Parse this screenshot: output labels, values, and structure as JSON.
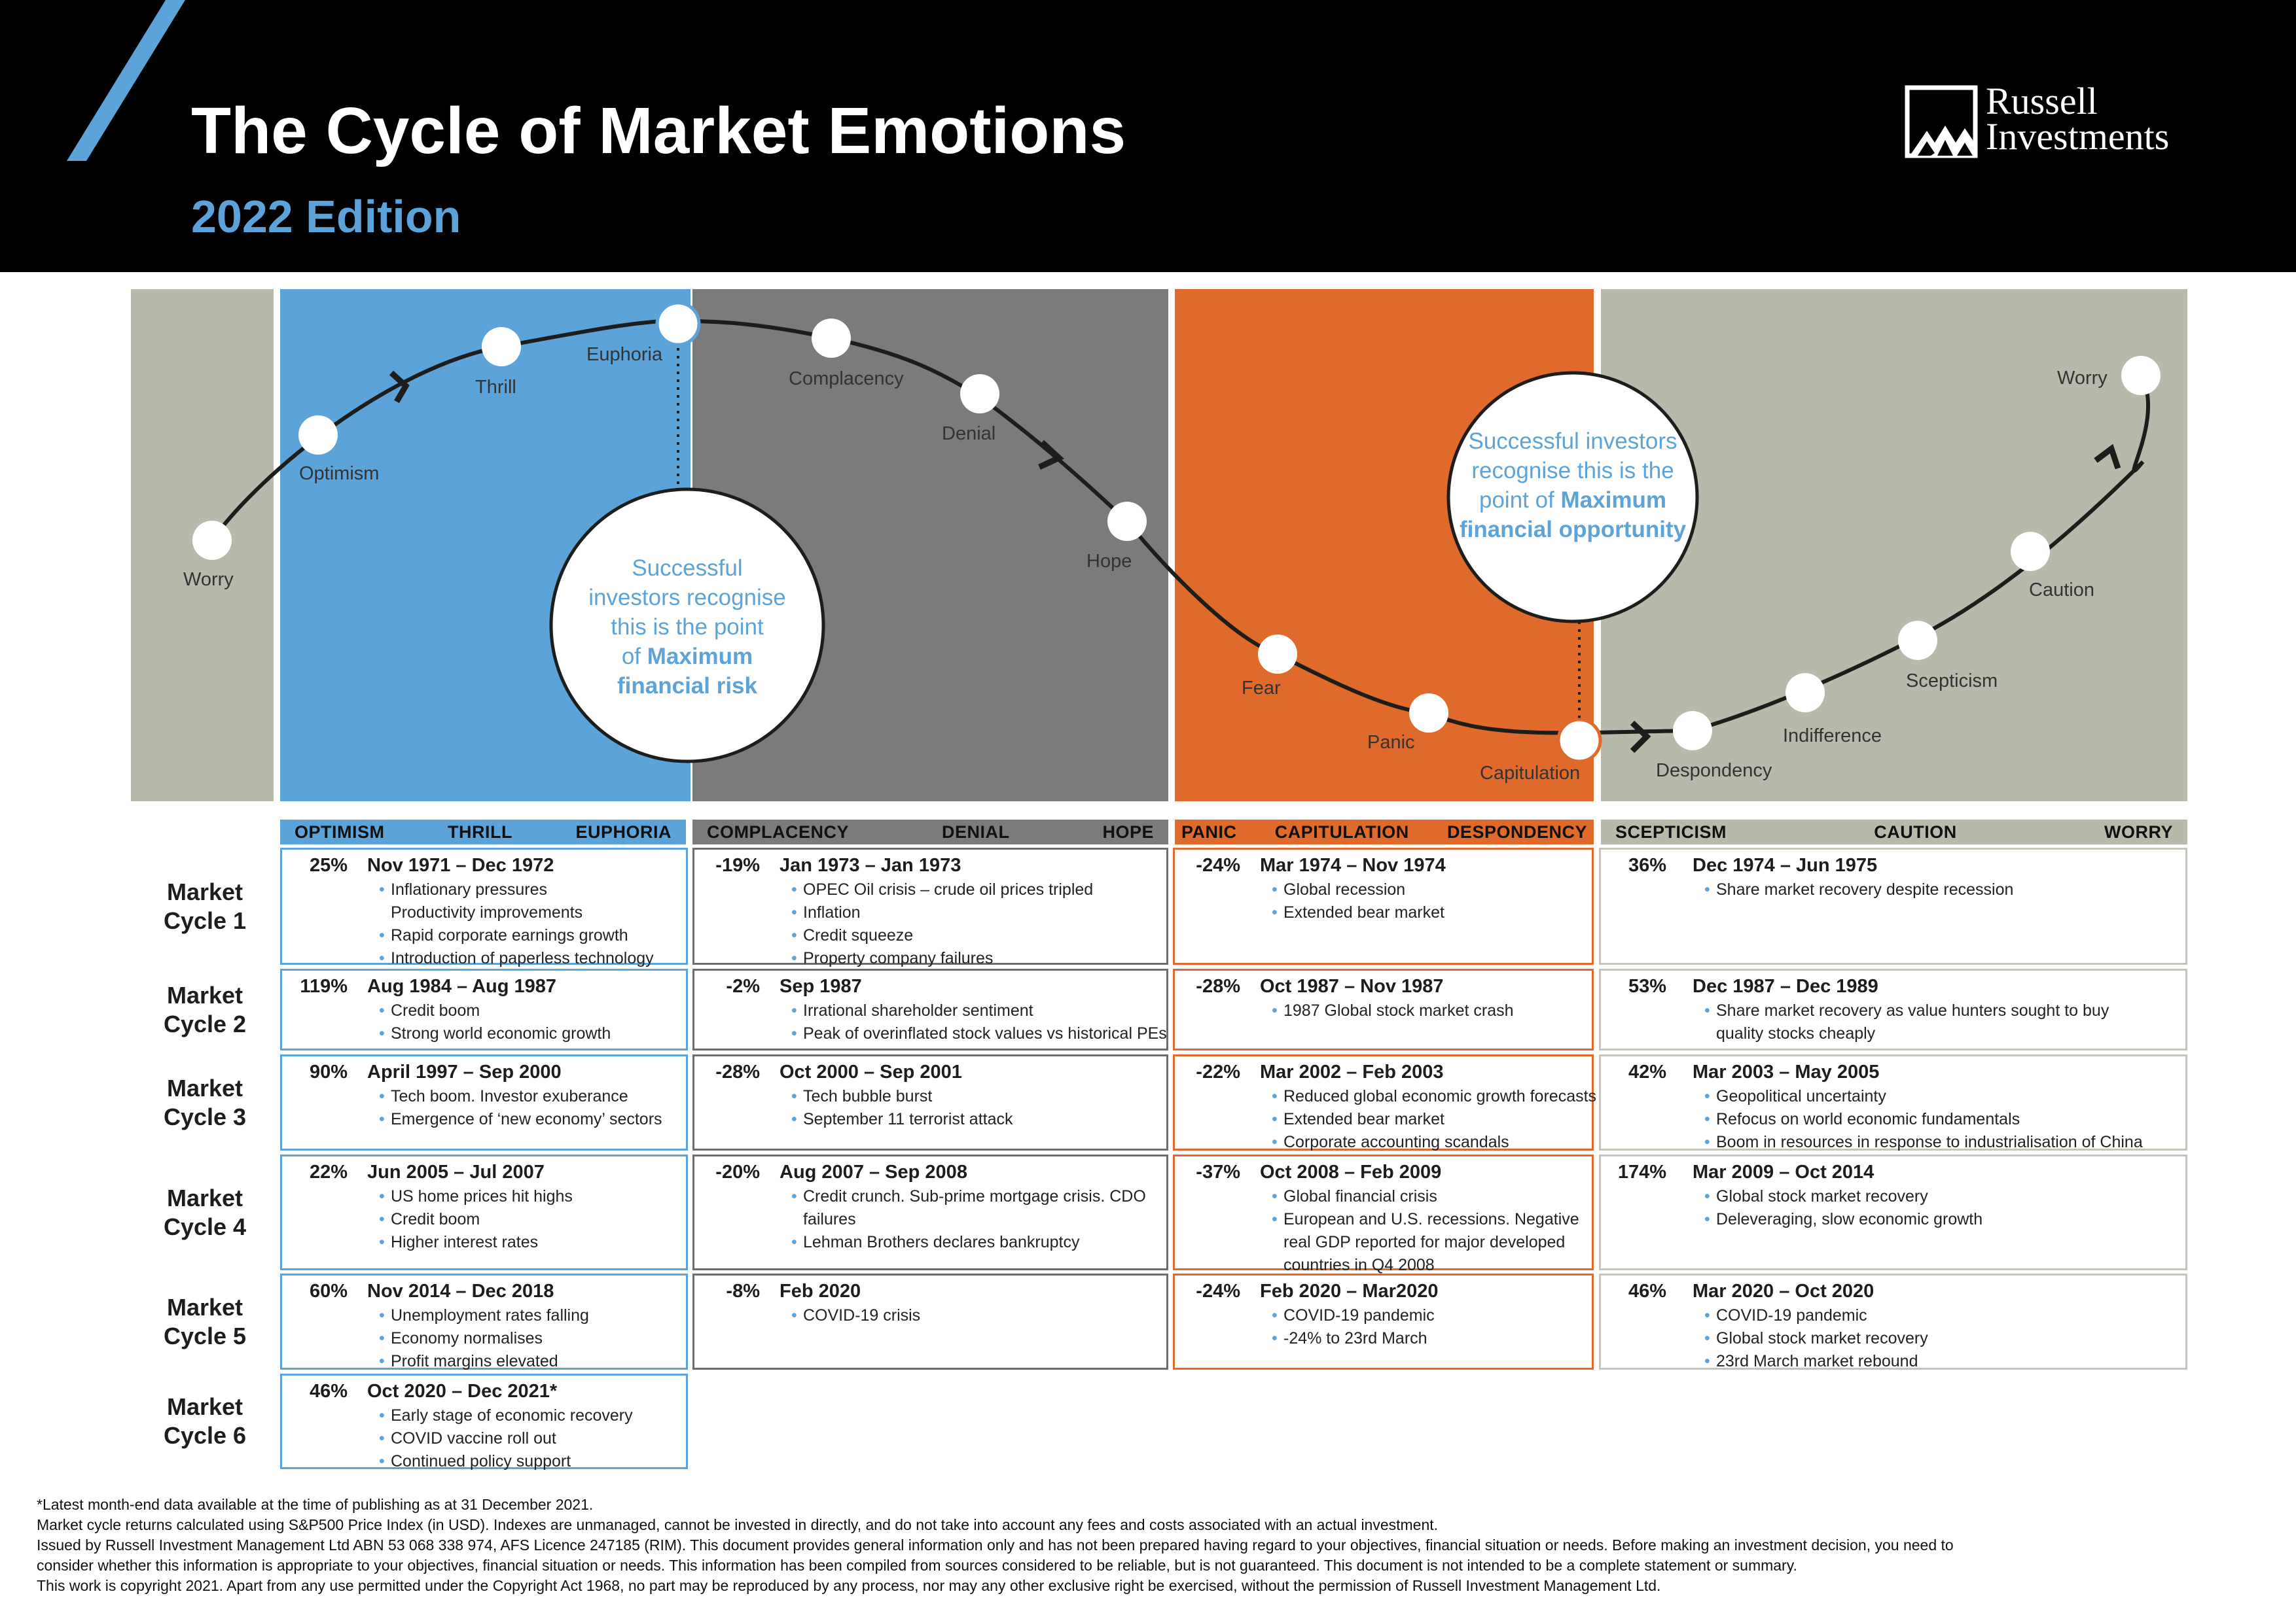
{
  "header": {
    "title": "The Cycle of Market Emotions",
    "subtitle": "2022 Edition",
    "logo_line1": "Russell",
    "logo_line2": "Investments"
  },
  "colors": {
    "blue": "#5ba3d9",
    "gray": "#7a7b7d",
    "orange": "#e06a2b",
    "tan": "#b8b9ab",
    "header_bg": "#000000"
  },
  "curve_labels": {
    "worry_left": "Worry",
    "optimism": "Optimism",
    "thrill": "Thrill",
    "euphoria": "Euphoria",
    "complacency": "Complacency",
    "denial": "Denial",
    "hope": "Hope",
    "fear": "Fear",
    "panic": "Panic",
    "capitulation": "Capitulation",
    "despondency": "Despondency",
    "indifference": "Indifference",
    "scepticism": "Scepticism",
    "caution": "Caution",
    "worry_right": "Worry"
  },
  "callouts": {
    "risk_l1": "Successful",
    "risk_l2": "investors recognise",
    "risk_l3": "this is the point",
    "risk_l4a": "of ",
    "risk_l4b": "Maximum",
    "risk_l5": "financial risk",
    "opp_l1": "Successful investors",
    "opp_l2": "recognise this is the",
    "opp_l3a": "point of ",
    "opp_l3b": "Maximum",
    "opp_l4": "financial opportunity"
  },
  "phase_headers": [
    [
      "OPTIMISM",
      "THRILL",
      "EUPHORIA"
    ],
    [
      "COMPLACENCY",
      "DENIAL",
      "HOPE"
    ],
    [
      "PANIC",
      "CAPITULATION",
      "DESPONDENCY"
    ],
    [
      "SCEPTICISM",
      "CAUTION",
      "WORRY"
    ]
  ],
  "cycles": [
    {
      "label": [
        "Market",
        "Cycle 1"
      ],
      "cells": [
        {
          "pct": "25%",
          "date": "Nov 1971 – Dec 1972",
          "items": [
            "Inflationary pressures\nProductivity improvements",
            "Rapid corporate earnings growth",
            "Introduction of paperless technology"
          ]
        },
        {
          "pct": "-19%",
          "date": "Jan 1973 – Jan 1973",
          "items": [
            "OPEC Oil crisis – crude oil prices tripled",
            "Inflation",
            "Credit squeeze",
            "Property company failures"
          ]
        },
        {
          "pct": "-24%",
          "date": "Mar 1974 – Nov 1974",
          "items": [
            "Global recession",
            "Extended bear market"
          ]
        },
        {
          "pct": "36%",
          "date": "Dec 1974 – Jun 1975",
          "items": [
            "Share market recovery despite recession"
          ]
        }
      ]
    },
    {
      "label": [
        "Market",
        "Cycle 2"
      ],
      "cells": [
        {
          "pct": "119%",
          "date": "Aug 1984 – Aug 1987",
          "items": [
            "Credit boom",
            "Strong world economic growth"
          ]
        },
        {
          "pct": "-2%",
          "date": "Sep 1987",
          "items": [
            "Irrational shareholder sentiment",
            "Peak of overinflated stock values vs historical PEs"
          ]
        },
        {
          "pct": "-28%",
          "date": "Oct 1987 – Nov 1987",
          "items": [
            "1987 Global stock market crash"
          ]
        },
        {
          "pct": "53%",
          "date": "Dec 1987 – Dec 1989",
          "items": [
            "Share market recovery as value hunters sought to buy\nquality stocks cheaply"
          ]
        }
      ]
    },
    {
      "label": [
        "Market",
        "Cycle 3"
      ],
      "cells": [
        {
          "pct": "90%",
          "date": "April 1997 – Sep 2000",
          "items": [
            "Tech boom. Investor exuberance",
            "Emergence of ‘new economy’ sectors"
          ]
        },
        {
          "pct": "-28%",
          "date": "Oct 2000 – Sep 2001",
          "items": [
            "Tech bubble burst",
            "September 11 terrorist attack"
          ]
        },
        {
          "pct": "-22%",
          "date": "Mar 2002 – Feb 2003",
          "items": [
            "Reduced global economic growth forecasts",
            "Extended bear market",
            "Corporate accounting scandals"
          ]
        },
        {
          "pct": "42%",
          "date": "Mar 2003 – May 2005",
          "items": [
            "Geopolitical uncertainty",
            "Refocus on world economic fundamentals",
            "Boom in resources in response to industrialisation of China"
          ]
        }
      ]
    },
    {
      "label": [
        "Market",
        "Cycle 4"
      ],
      "cells": [
        {
          "pct": "22%",
          "date": "Jun 2005 – Jul 2007",
          "items": [
            "US home prices hit highs",
            "Credit boom",
            "Higher interest rates"
          ]
        },
        {
          "pct": "-20%",
          "date": "Aug 2007 – Sep 2008",
          "items": [
            "Credit crunch. Sub-prime mortgage crisis. CDO\nfailures",
            "Lehman Brothers declares bankruptcy"
          ]
        },
        {
          "pct": "-37%",
          "date": "Oct 2008 – Feb 2009",
          "items": [
            "Global financial crisis",
            "European and U.S. recessions. Negative\nreal GDP reported for major developed\ncountries in Q4 2008"
          ]
        },
        {
          "pct": "174%",
          "date": "Mar 2009 – Oct 2014",
          "items": [
            "Global stock market recovery",
            "Deleveraging, slow economic growth"
          ]
        }
      ]
    },
    {
      "label": [
        "Market",
        "Cycle 5"
      ],
      "cells": [
        {
          "pct": "60%",
          "date": "Nov 2014 – Dec 2018",
          "items": [
            "Unemployment rates falling",
            "Economy normalises",
            "Profit margins elevated"
          ]
        },
        {
          "pct": "-8%",
          "date": "Feb 2020",
          "items": [
            "COVID-19 crisis"
          ]
        },
        {
          "pct": "-24%",
          "date": "Feb 2020 – Mar2020",
          "items": [
            "COVID-19 pandemic",
            "-24% to 23rd March"
          ]
        },
        {
          "pct": "46%",
          "date": "Mar 2020 – Oct 2020",
          "items": [
            "COVID-19 pandemic",
            "Global stock market recovery",
            "23rd March market rebound"
          ]
        }
      ]
    },
    {
      "label": [
        "Market",
        "Cycle 6"
      ],
      "cells": [
        {
          "pct": "46%",
          "date": "Oct 2020 – Dec 2021*",
          "items": [
            "Early stage of economic recovery",
            "COVID vaccine roll out",
            "Continued policy support"
          ]
        }
      ]
    }
  ],
  "footnotes": [
    "*Latest month-end data available at the time of publishing as at 31 December 2021.",
    "Market cycle returns calculated using S&P500 Price Index (in USD). Indexes are unmanaged, cannot be invested in directly, and do not take into account any fees and costs associated with an actual investment.",
    "Issued by Russell Investment Management Ltd ABN 53 068 338 974, AFS Licence 247185 (RIM). This document provides general information only and has not been prepared having regard to your objectives, financial situation or needs. Before making an investment decision, you need to",
    "consider whether this information is appropriate to your objectives, financial situation or needs. This information has been compiled from sources considered to be reliable, but is not guaranteed. This document is not intended to be a complete statement or summary.",
    "This work is copyright 2021. Apart from any use permitted under the Copyright Act 1968, no part may be reproduced by any process, nor may any other exclusive right be exercised, without the permission of Russell Investment Management Ltd."
  ]
}
